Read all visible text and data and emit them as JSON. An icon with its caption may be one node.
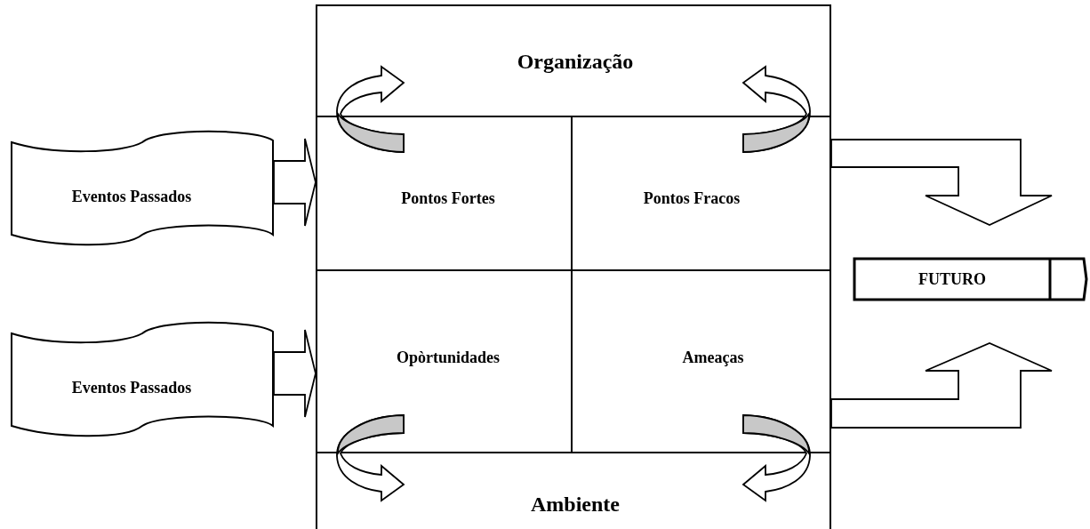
{
  "diagram": {
    "nodes": [
      {
        "text": [
          "Organização"
        ]
      },
      {
        "text": [
          "Pontos Fortes"
        ]
      },
      {
        "text": [
          "Pontos Fracos"
        ]
      },
      {
        "text": [
          "Opòrtunidades"
        ]
      },
      {
        "text": [
          "Ameaças"
        ]
      },
      {
        "text": [
          "Ambiente"
        ]
      },
      {
        "text": [
          "Eventos Passados"
        ]
      },
      {
        "text": [
          "Eventos Passados"
        ]
      },
      {
        "text": [
          "FUTURO"
        ]
      }
    ],
    "edges": [
      {
        "from": 6,
        "to": 1,
        "arrow": "to"
      },
      {
        "from": 7,
        "to": 3,
        "arrow": "to"
      },
      {
        "from": 2,
        "to": 8,
        "arrow": "to"
      },
      {
        "from": 4,
        "to": 8,
        "arrow": "to"
      },
      {
        "from": 1,
        "to": 0,
        "arrow": "to"
      },
      {
        "from": 2,
        "to": 0,
        "arrow": "to"
      },
      {
        "from": 3,
        "to": 5,
        "arrow": "to"
      },
      {
        "from": 4,
        "to": 5,
        "arrow": "to"
      }
    ]
  }
}
